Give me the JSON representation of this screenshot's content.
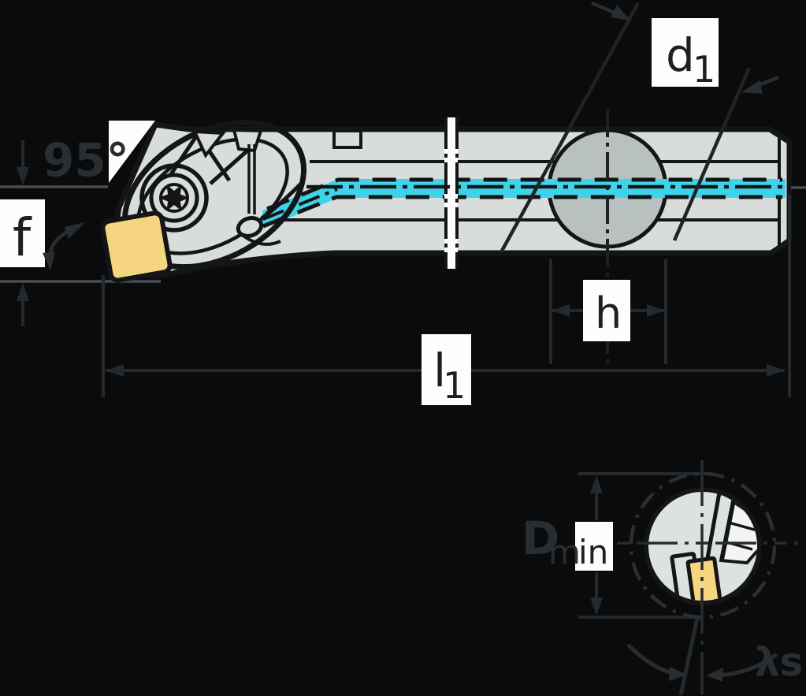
{
  "figure": {
    "labels": {
      "lead_angle": "95°",
      "f": "f",
      "d1_base": "d",
      "d1_sub": "1",
      "h": "h",
      "l1_base": "l",
      "l1_sub": "1",
      "dmin_base": "D",
      "dmin_sub_gray": "m",
      "dmin_sub_boxed": "in",
      "lambda_s": "λs"
    },
    "colors": {
      "background": "#0a0b0c",
      "body_gray": "#d8dddc",
      "boss_gray": "#b9c1c0",
      "section_gray": "#dde2e1",
      "clamp_white": "#f2f5f4",
      "insert_yellow": "#f5d57f",
      "coolant_cyan": "#3ed3e8",
      "outline_black": "#141516",
      "dimension_gray": "#26292c",
      "reference_gray": "#4a4e50",
      "faded_text_gray": "#2b2e30",
      "label_box_white": "#fdfdfd"
    }
  }
}
